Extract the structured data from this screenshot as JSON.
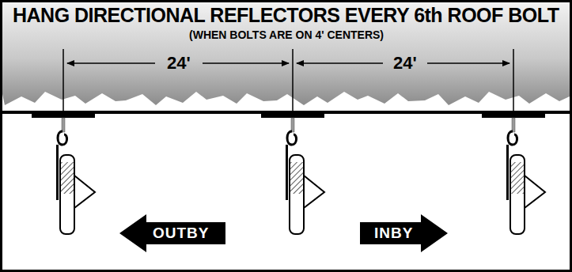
{
  "diagram": {
    "title": "HANG DIRECTIONAL REFLECTORS EVERY 6th ROOF BOLT",
    "caption": "(WHEN BOLTS ARE ON 4' CENTERS)",
    "nodes": [
      {
        "text": [
          "OUTBY"
        ]
      },
      {
        "text": [
          "INBY"
        ]
      }
    ],
    "labels": [
      "24'",
      "24'"
    ]
  }
}
